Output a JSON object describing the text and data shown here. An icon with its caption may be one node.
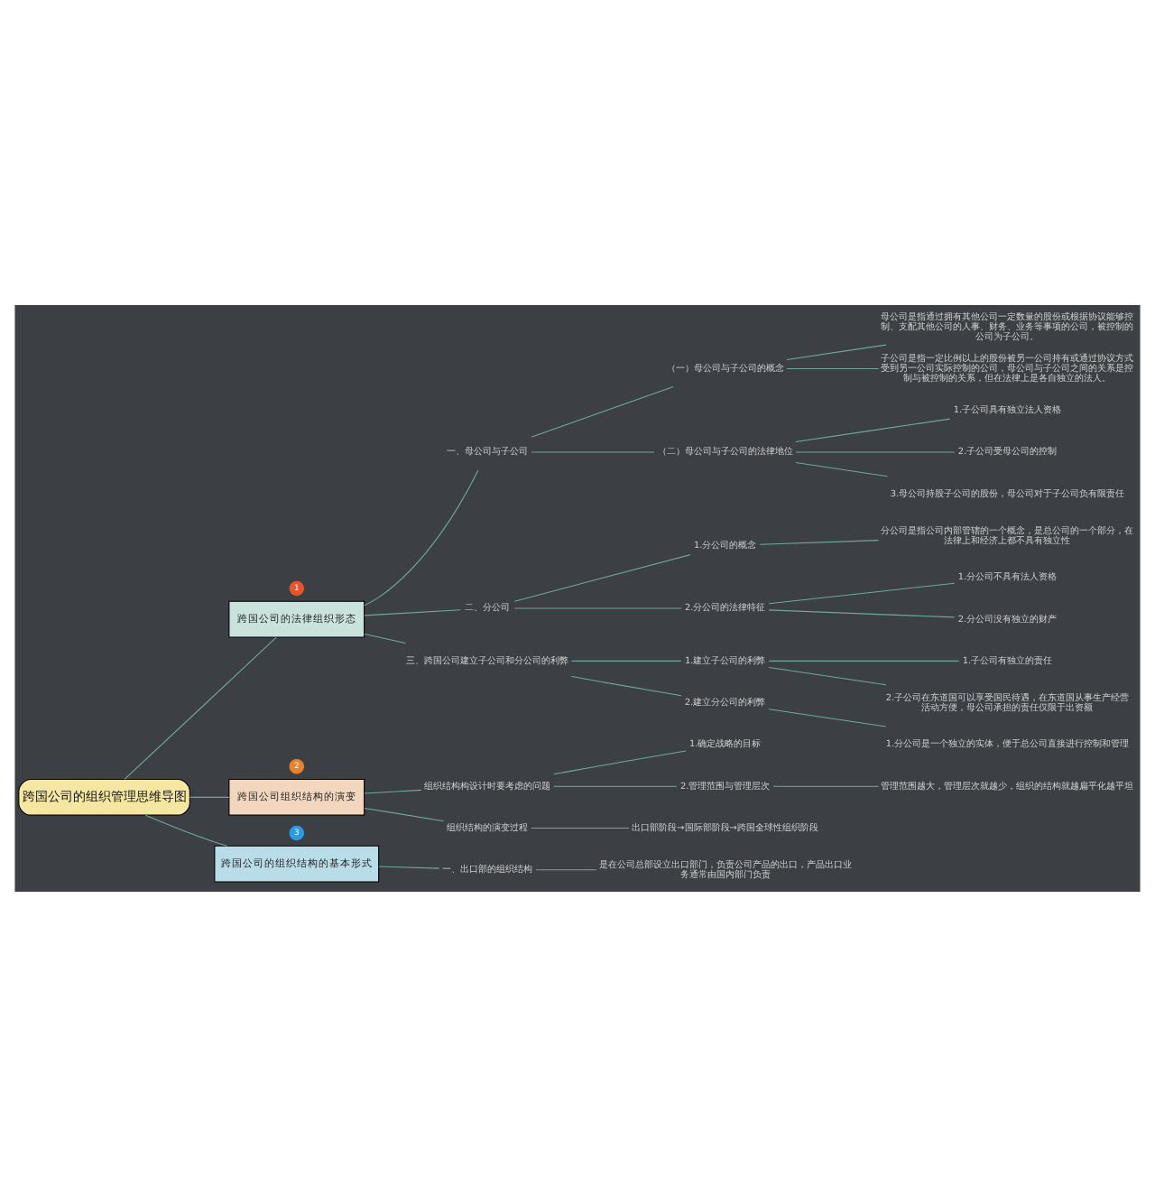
{
  "diagram": {
    "nodes": [
      {
        "text": [
          "跨国公司的组织管理思维导图"
        ]
      },
      {
        "text": [
          "跨国公司的法律组织形态"
        ],
        "beside": [
          "1"
        ]
      },
      {
        "text": [
          "一、母公司与子公司"
        ]
      },
      {
        "text": [
          "（一）母公司与子公司的概念"
        ]
      },
      {
        "text": [
          "母公司是指通过拥有其他公司一定数量的股份或根据协议能够控制、支配其他公司的人事、财务、业务等事项的公司，被控制的公司为子公司。"
        ]
      },
      {
        "text": [
          "子公司是指一定比例以上的股份被另一公司持有或通过协议方式受到另一公司实际控制的公司，母公司与子公司之间的关系是控制与被控制的关系，但在法律上是各自独立的法人。"
        ]
      },
      {
        "text": [
          "（二）母公司与子公司的法律地位"
        ]
      },
      {
        "text": [
          "1.子公司具有独立法人资格"
        ]
      },
      {
        "text": [
          "2.子公司受母公司的控制"
        ]
      },
      {
        "text": [
          "3.母公司持股子公司的股份，母公司对于子公司负有限责任"
        ]
      },
      {
        "text": [
          "二、分公司"
        ]
      },
      {
        "text": [
          "1.分公司的概念"
        ]
      },
      {
        "text": [
          "分公司是指公司内部管辖的一个概念，是总公司的一个部分，在法律上和经济上都不具有独立性"
        ]
      },
      {
        "text": [
          "2.分公司的法律特征"
        ]
      },
      {
        "text": [
          "1.分公司不具有法人资格"
        ]
      },
      {
        "text": [
          "2.分公司没有独立的财产"
        ]
      },
      {
        "text": [
          "三、跨国公司建立子公司和分公司的利弊"
        ]
      },
      {
        "text": [
          "1.建立子公司的利弊"
        ]
      },
      {
        "text": [
          "1.子公司有独立的责任"
        ]
      },
      {
        "text": [
          "2.子公司在东道国可以享受国民待遇，在东道国从事生产经营活动方便，母公司承担的责任仅限于出资额"
        ]
      },
      {
        "text": [
          "2.建立分公司的利弊"
        ]
      },
      {
        "text": [
          "1.分公司是一个独立的实体，便于总公司直接进行控制和管理"
        ]
      },
      {
        "text": [
          "跨国公司组织结构的演变"
        ],
        "beside": [
          "2"
        ]
      },
      {
        "text": [
          "组织结构构设计时要考虑的问题"
        ]
      },
      {
        "text": [
          "1.确定战略的目标"
        ]
      },
      {
        "text": [
          "2.管理范围与管理层次"
        ]
      },
      {
        "text": [
          "管理范围越大，管理层次就越少，组织的结构就越扁平化越平坦"
        ]
      },
      {
        "text": [
          "组织结构的演变过程"
        ]
      },
      {
        "text": [
          "出口部阶段→国际部阶段→跨国全球性组织阶段"
        ]
      },
      {
        "text": [
          "跨国公司的组织结构的基本形式"
        ],
        "beside": [
          "3"
        ]
      },
      {
        "text": [
          "一、出口部的组织结构"
        ]
      },
      {
        "text": [
          "是在公司总部设立出口部门，负责公司产品的出口，产品出口业务通常由国内部门负责"
        ]
      }
    ],
    "edges": [
      {
        "from": 0,
        "to": 1,
        "arrow": "none"
      },
      {
        "from": 1,
        "to": 2,
        "arrow": "none"
      },
      {
        "from": 2,
        "to": 3,
        "arrow": "none"
      },
      {
        "from": 3,
        "to": 4,
        "arrow": "none"
      },
      {
        "from": 3,
        "to": 5,
        "arrow": "none"
      },
      {
        "from": 2,
        "to": 6,
        "arrow": "none"
      },
      {
        "from": 6,
        "to": 7,
        "arrow": "none"
      },
      {
        "from": 6,
        "to": 8,
        "arrow": "none"
      },
      {
        "from": 6,
        "to": 9,
        "arrow": "none"
      },
      {
        "from": 1,
        "to": 10,
        "arrow": "none"
      },
      {
        "from": 10,
        "to": 11,
        "arrow": "none"
      },
      {
        "from": 11,
        "to": 12,
        "arrow": "none"
      },
      {
        "from": 10,
        "to": 13,
        "arrow": "none"
      },
      {
        "from": 13,
        "to": 14,
        "arrow": "none"
      },
      {
        "from": 13,
        "to": 15,
        "arrow": "none"
      },
      {
        "from": 1,
        "to": 16,
        "arrow": "none"
      },
      {
        "from": 16,
        "to": 17,
        "arrow": "none"
      },
      {
        "from": 17,
        "to": 18,
        "arrow": "none"
      },
      {
        "from": 17,
        "to": 19,
        "arrow": "none"
      },
      {
        "from": 16,
        "to": 20,
        "arrow": "none"
      },
      {
        "from": 20,
        "to": 21,
        "arrow": "none"
      },
      {
        "from": 0,
        "to": 22,
        "arrow": "none"
      },
      {
        "from": 22,
        "to": 23,
        "arrow": "none"
      },
      {
        "from": 23,
        "to": 24,
        "arrow": "none"
      },
      {
        "from": 23,
        "to": 25,
        "arrow": "none"
      },
      {
        "from": 25,
        "to": 26,
        "arrow": "none"
      },
      {
        "from": 22,
        "to": 27,
        "arrow": "none"
      },
      {
        "from": 27,
        "to": 28,
        "arrow": "none"
      },
      {
        "from": 0,
        "to": 29,
        "arrow": "none"
      },
      {
        "from": 29,
        "to": 30,
        "arrow": "none"
      },
      {
        "from": 30,
        "to": 31,
        "arrow": "none"
      }
    ]
  }
}
